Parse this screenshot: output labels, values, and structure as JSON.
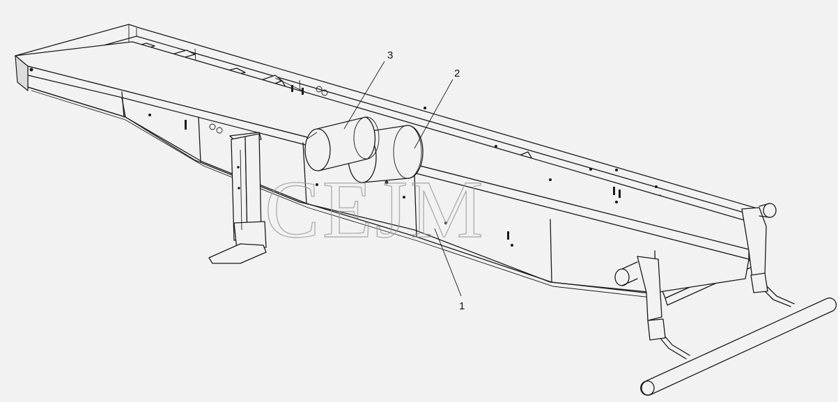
{
  "figure": {
    "watermark": "CEJM",
    "callouts": [
      {
        "id": "callout-1",
        "label": "1"
      },
      {
        "id": "callout-2",
        "label": "2"
      },
      {
        "id": "callout-3",
        "label": "3"
      }
    ]
  }
}
